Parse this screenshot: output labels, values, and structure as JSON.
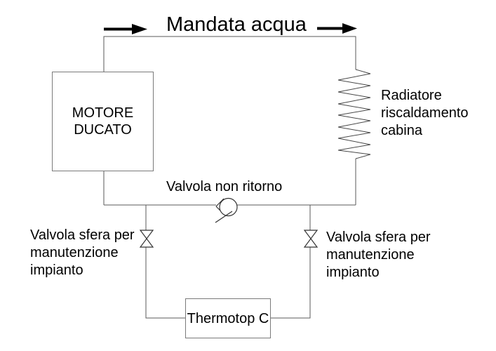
{
  "title": {
    "text": "Mandata acqua"
  },
  "engine_box": {
    "line1": "MOTORE",
    "line2": "DUCATO"
  },
  "radiator_label": {
    "line1": "Radiatore",
    "line2": "riscaldamento",
    "line3": "cabina"
  },
  "check_valve_label": {
    "text": "Valvola non ritorno"
  },
  "left_valve_label": {
    "line1": "Valvola sfera per",
    "line2": "manutenzione",
    "line3": "impianto"
  },
  "right_valve_label": {
    "line1": "Valvola sfera per",
    "line2": "manutenzione",
    "line3": "impianto"
  },
  "heater_box": {
    "text": "Thermotop C"
  },
  "icons": {
    "flow_arrow_left": "right-arrow",
    "flow_arrow_right": "right-arrow",
    "radiator_coil": "zigzag-coil",
    "check_valve": "ball-check-valve",
    "ball_valve_left": "bowtie-valve",
    "ball_valve_right": "bowtie-valve"
  },
  "colors": {
    "background": "#ffffff",
    "pipe_line": "#5a5a5a",
    "box_border": "#7a7a7a",
    "symbol_stroke": "#333333",
    "text": "#000000",
    "arrow": "#000000"
  }
}
